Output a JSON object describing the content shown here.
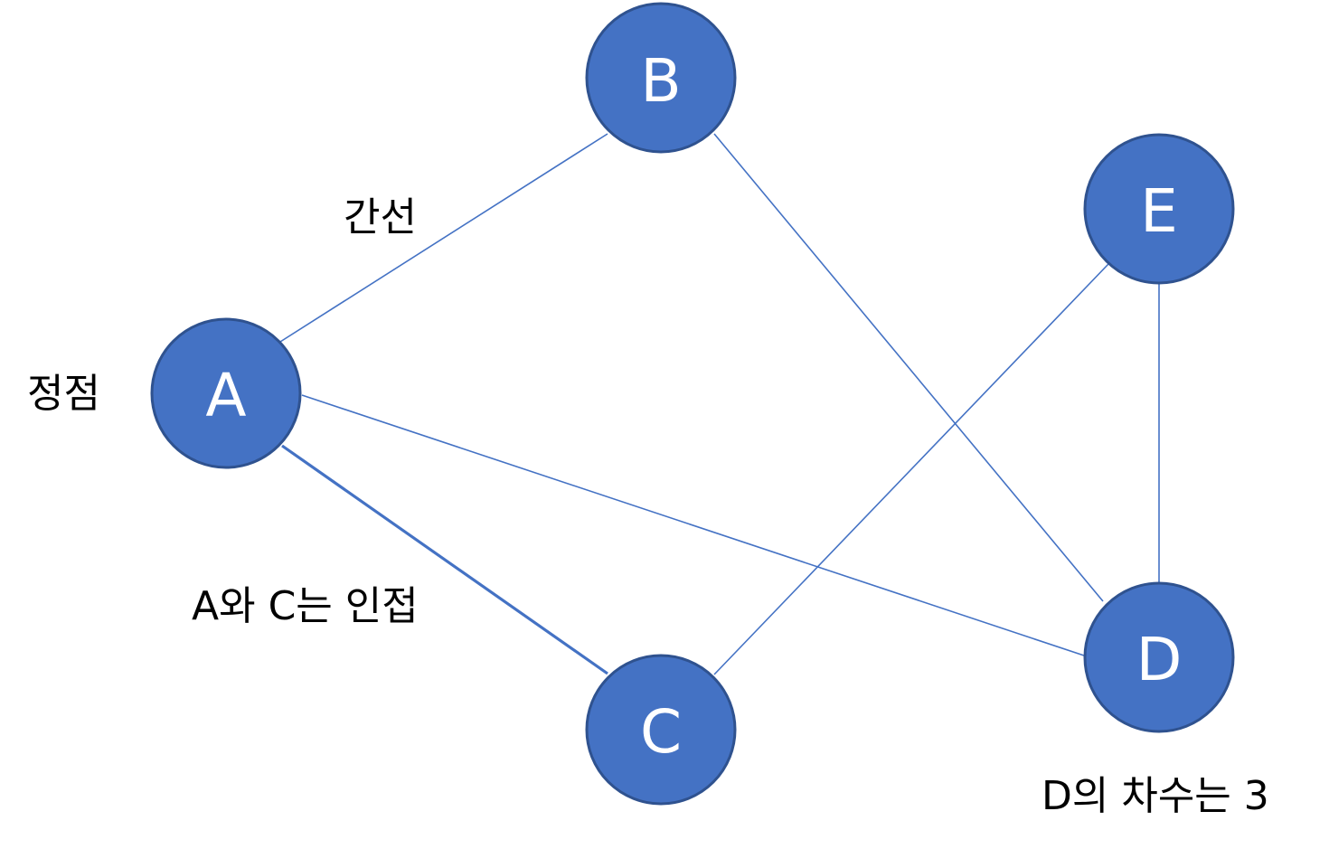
{
  "nodes": [
    {
      "id": "A",
      "label": "A"
    },
    {
      "id": "B",
      "label": "B"
    },
    {
      "id": "C",
      "label": "C"
    },
    {
      "id": "D",
      "label": "D"
    },
    {
      "id": "E",
      "label": "E"
    }
  ],
  "edges": [
    {
      "from": "A",
      "to": "B"
    },
    {
      "from": "A",
      "to": "C"
    },
    {
      "from": "A",
      "to": "D"
    },
    {
      "from": "B",
      "to": "D"
    },
    {
      "from": "C",
      "to": "E"
    },
    {
      "from": "E",
      "to": "D"
    }
  ],
  "annotations": {
    "vertex": "정점",
    "edge": "간선",
    "adjacent": "A와 C는 인접",
    "degree": "D의 차수는 3"
  },
  "colors": {
    "node_fill": "#4472C4",
    "node_stroke": "#2F528F",
    "edge": "#4472C4",
    "node_text": "#FFFFFF"
  }
}
